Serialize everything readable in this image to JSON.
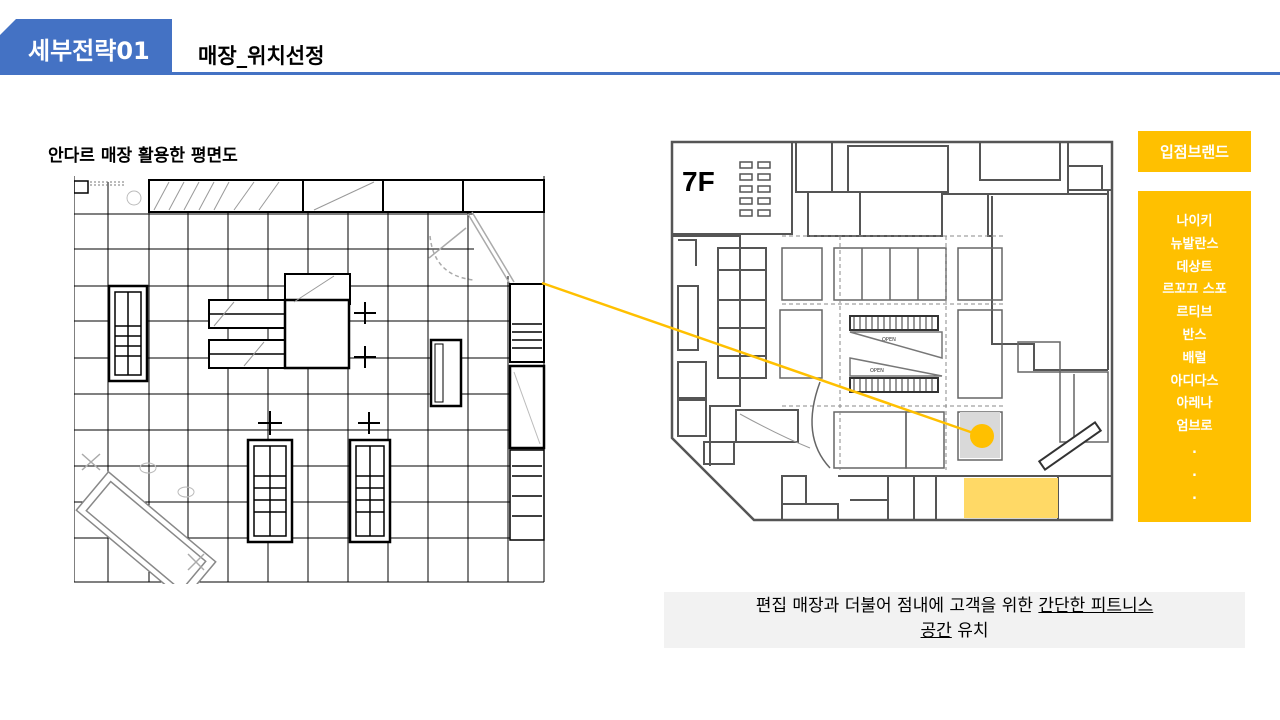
{
  "header": {
    "badge": "세부전략01",
    "title": "매장_위치선정"
  },
  "left_plan": {
    "caption": "안다르 매장 활용한 평면도"
  },
  "right_plan": {
    "floor_label": "7F",
    "open_label_1": "OPEN",
    "open_label_2": "OPEN",
    "highlight_color": "#ffc000",
    "store_fill_color": "#ffd966"
  },
  "brands": {
    "title": "입점브랜드",
    "items": [
      "나이키",
      "뉴발란스",
      "데상트",
      "르꼬끄 스포",
      "르티브",
      "반스",
      "배럴",
      "아디다스",
      "아레나",
      "엄브로",
      ".",
      ".",
      "."
    ]
  },
  "note": {
    "part1": "편집 매장과 더불어 점내에 고객을 위한 ",
    "underlined1": "간단한 피트니스",
    "line2_underlined": "공간",
    "part2": " 유치"
  }
}
